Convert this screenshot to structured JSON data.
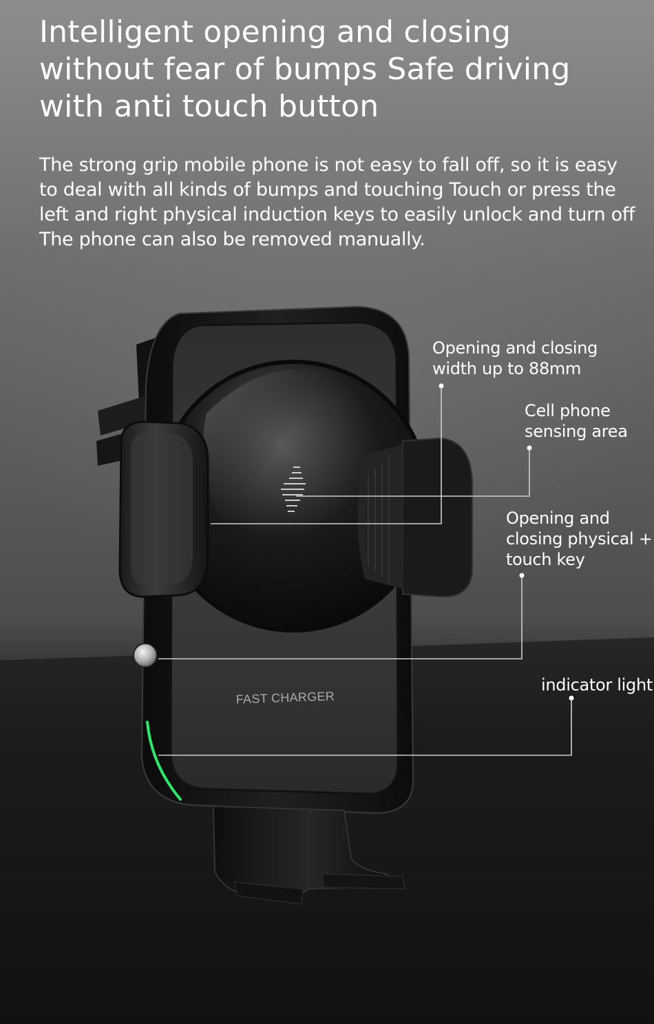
{
  "headline": "Intelligent opening and closing\nwithout fear of bumps Safe driving\nwith anti touch button",
  "description": "The strong grip mobile phone is not easy to fall off, so it is easy to deal with all kinds of bumps and touching Touch or press the left and right physical induction keys to easily unlock and turn off The phone can also be removed manually.",
  "product": {
    "printed_label": "FAST CHARGER",
    "indicator_color": "#2ee86b"
  },
  "callouts": [
    {
      "id": "width",
      "text": "Opening and closing\nwidth up to 88mm"
    },
    {
      "id": "sensing",
      "text": "Cell phone\nsensing area"
    },
    {
      "id": "touch-key",
      "text": "Opening and\nclosing physical +\ntouch key"
    },
    {
      "id": "indicator",
      "text": "indicator light"
    }
  ],
  "colors": {
    "background_top": "#8d8d8d",
    "floor": "#181818",
    "text": "#ffffff",
    "leader_line": "#cfcfcf"
  }
}
